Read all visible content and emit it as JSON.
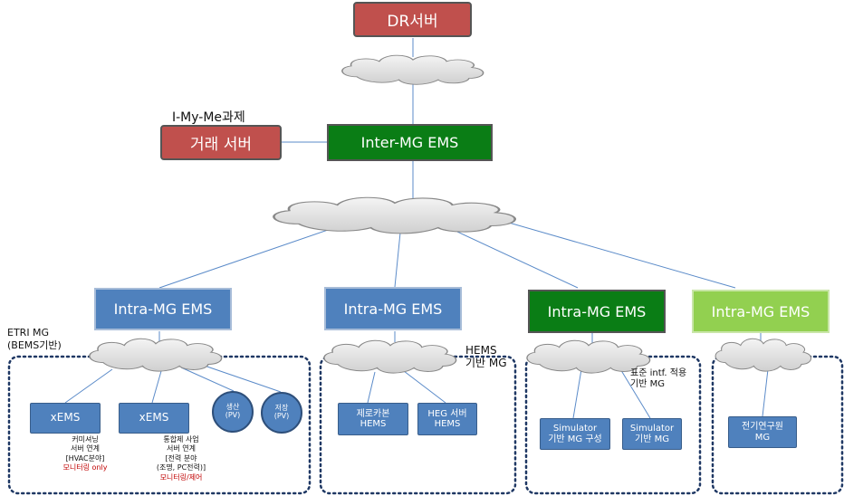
{
  "dr_server": "DR서버",
  "trade_server": "거래 서버",
  "trade_caption": "I-My-Me과제",
  "inter_mg_ems": "Inter-MG EMS",
  "intra_groups": [
    {
      "label": "Intra-MG EMS",
      "color": "#4f81bd"
    },
    {
      "label": "Intra-MG EMS",
      "color": "#4f81bd"
    },
    {
      "label": "Intra-MG EMS",
      "color": "#0a7d15"
    },
    {
      "label": "Intra-MG EMS",
      "color": "#92d050"
    }
  ],
  "group1": {
    "caption": "ETRI MG\n(BEMS기반)",
    "xems1": "xEMS",
    "xems2": "xEMS",
    "gen": "생산\n(PV)",
    "store": "저장\n(PV)",
    "note1_black": "커미셔닝\n서버 연계\n[HVAC분야]",
    "note1_red": "모니터링 only",
    "note2_black": "통합제 사업\n서버 연계\n[전력 분야\n(조명, PC전력)]",
    "note2_red": "모니터링/제어"
  },
  "group2": {
    "caption": "HEMS\n기반 MG",
    "box1": "제로카본\nHEMS",
    "box2": "HEG 서버\nHEMS"
  },
  "group3": {
    "caption": "표준 intf. 적용\n기반 MG",
    "box1": "Simulator\n기반 MG 구성",
    "box2": "Simulator\n기반 MG"
  },
  "group4": {
    "box1": "전기연구원\nMG"
  },
  "colors": {
    "red": "#c0504d",
    "green": "#0a7d15",
    "blue": "#4f81bd",
    "lime": "#92d050",
    "note_red": "#c00000",
    "dash": "#1f3864"
  }
}
